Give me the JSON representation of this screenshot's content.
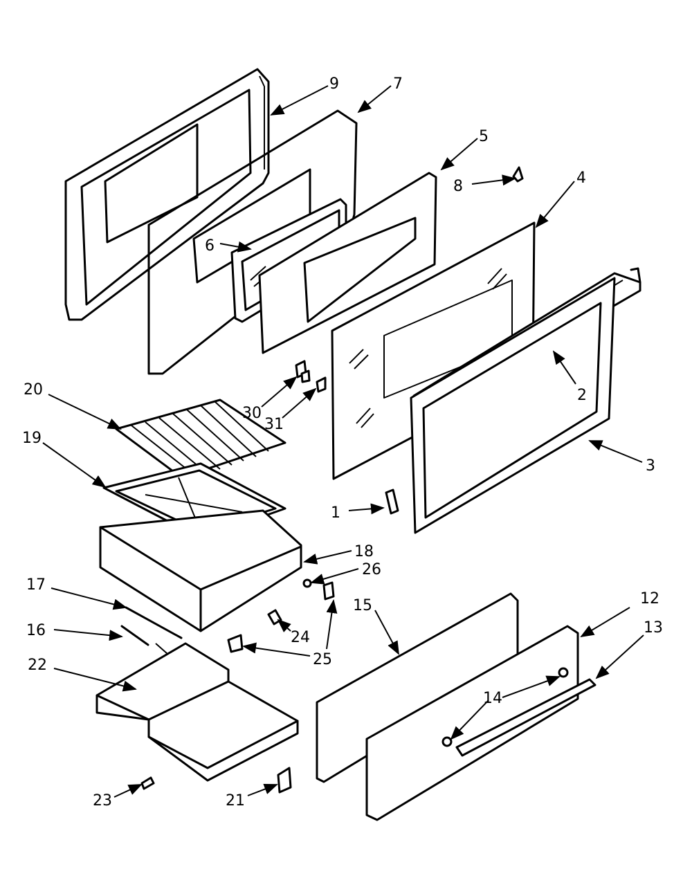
{
  "diagram": {
    "callouts": [
      {
        "id": "9",
        "label": "9"
      },
      {
        "id": "7",
        "label": "7"
      },
      {
        "id": "5",
        "label": "5"
      },
      {
        "id": "8",
        "label": "8"
      },
      {
        "id": "4",
        "label": "4"
      },
      {
        "id": "6",
        "label": "6"
      },
      {
        "id": "2",
        "label": "2"
      },
      {
        "id": "20",
        "label": "20"
      },
      {
        "id": "30",
        "label": "30"
      },
      {
        "id": "31",
        "label": "31"
      },
      {
        "id": "3",
        "label": "3"
      },
      {
        "id": "19",
        "label": "19"
      },
      {
        "id": "1",
        "label": "1"
      },
      {
        "id": "18",
        "label": "18"
      },
      {
        "id": "26",
        "label": "26"
      },
      {
        "id": "17",
        "label": "17"
      },
      {
        "id": "15",
        "label": "15"
      },
      {
        "id": "12",
        "label": "12"
      },
      {
        "id": "13",
        "label": "13"
      },
      {
        "id": "16",
        "label": "16"
      },
      {
        "id": "24",
        "label": "24"
      },
      {
        "id": "25",
        "label": "25"
      },
      {
        "id": "22",
        "label": "22"
      },
      {
        "id": "14",
        "label": "14"
      },
      {
        "id": "23",
        "label": "23"
      },
      {
        "id": "21",
        "label": "21"
      }
    ]
  }
}
